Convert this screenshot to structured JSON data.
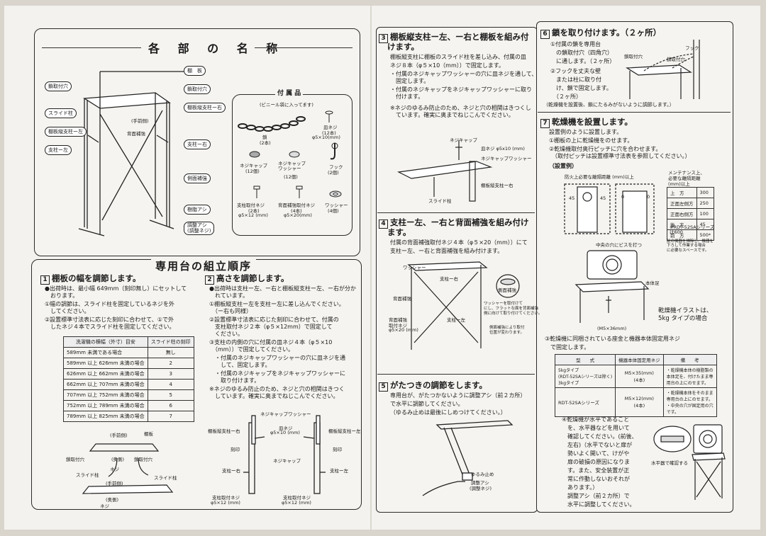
{
  "parts": {
    "title": "各 部 の 名 称",
    "left_labels": [
      "鎖取付穴",
      "スライド柱",
      "棚板縦支柱ー左",
      "支柱ー左"
    ],
    "right_labels": [
      "棚　板",
      "鎖取付穴",
      "棚板縦支柱ー右",
      "支柱ー右",
      "側面補強",
      "樹脂アシ",
      "調整アシ\n(調整ネジ)"
    ],
    "front_label": "(手前側)",
    "back_label": "背面補強",
    "accessories": {
      "title": "付 属 品",
      "subtitle": "(ビニール袋に入ってます)",
      "items": [
        {
          "name": "鎖",
          "count": "(2本)"
        },
        {
          "name": "皿ネジ",
          "count": "(12本)",
          "size": "φ5×10(mm)"
        },
        {
          "name": "ネジキャップ",
          "count": "(12個)"
        },
        {
          "name": "ネジキャップ\nワッシャー",
          "count": "(12個)"
        },
        {
          "name": "フック",
          "count": "(2個)"
        },
        {
          "name": "支柱取付ネジ",
          "count": "(2本)",
          "size": "φ5×12 (mm)"
        },
        {
          "name": "背面補強取付ネジ",
          "count": "(4本)",
          "size": "φ5×20(mm)"
        },
        {
          "name": "ワッシャー",
          "count": "(4個)"
        }
      ]
    }
  },
  "assembly": {
    "title": "専用台の組立順序",
    "step1": {
      "num": "1",
      "title": "棚板の幅を調節します。",
      "lines": [
        "●出荷時は、最小幅 649mm（刻印無し）にセットして",
        "　おります。",
        "①幅の調節は、スライド柱を固定しているネジを外",
        "　してください。",
        "②設置標準寸法表に応じた刻印に合わせて、①で外",
        "　したネジ４本でスライド柱を固定してください。"
      ],
      "table": {
        "headers": [
          "洗濯機の横幅（外寸）目安",
          "スライド柱の刻印"
        ],
        "rows": [
          [
            "589mm 未満である場合",
            "無し"
          ],
          [
            "589mm 以上 626mm 未満の場合",
            "2"
          ],
          [
            "626mm 以上 662mm 未満の場合",
            "3"
          ],
          [
            "662mm 以上 707mm 未満の場合",
            "4"
          ],
          [
            "707mm 以上 752mm 未満の場合",
            "5"
          ],
          [
            "752mm 以上 789mm 未満の場合",
            "6"
          ],
          [
            "789mm 以上 825mm 未満の場合",
            "7"
          ]
        ]
      },
      "diagram_labels": [
        "(手前側)",
        "棚板",
        "鎖取付穴",
        "(奥側)",
        "鎖取付穴",
        "ネジ",
        "スライド柱",
        "スライド柱",
        "(手前側)",
        "(奥側)",
        "ネジ"
      ]
    },
    "step2": {
      "num": "2",
      "title": "高さを調節します。",
      "lines": [
        "●出荷時は支柱ー左、ー右と棚板縦支柱ー左、ー右が分か",
        "　れています。",
        "①棚板縦支柱ー左を支柱ー左に差し込んでください。",
        "　（ー右も同様）",
        "②設置標準寸法表に応じた刻印に合わせて、付属の",
        "　支柱取付ネジ２本（φ５×12mm）で固定して",
        "　ください。",
        "③支柱の内側の穴に付属の皿ネジ４本（φ５×10",
        "　（mm））で固定してください。",
        "　・付属のネジキャップワッシャーの穴に皿ネジを通",
        "　　して、固定します。",
        "　・付属のネジキャップをネジキャップワッシャーに",
        "　　取り付けます。",
        "※ネジのゆるみ防止のため、ネジと穴の相関はきつく",
        "　しています。確実に奥までねじこんでください。"
      ],
      "diagram_labels": [
        "ネジキャップワッシャー",
        "棚板縦支柱ー右",
        "皿ネジ",
        "φ5×10 (mm)",
        "棚板縦支柱ー左",
        "刻印",
        "刻印",
        "ネジキャップ",
        "支柱ー右",
        "支柱ー左",
        "支柱取付ネジ",
        "φ5×12 (mm)",
        "支柱取付ネジ",
        "φ5×12 (mm)"
      ]
    },
    "step3": {
      "num": "3",
      "title": "棚板縦支柱ー左、ー右と棚板を組み付",
      "title2": "けます。",
      "lines": [
        "棚板縦支柱に棚板のスライド柱を差し込み、付属の皿",
        "ネジ８本（φ５×10（mm））で固定します。",
        "・付属のネジキャップワッシャーの穴に皿ネジを通して、",
        "　固定します。",
        "・付属のネジキャップをネジキャップワッシャーに取り",
        "　付けます。",
        "※ネジのゆるみ防止のため、ネジと穴の相関はきつくし",
        "　ています。確実に奥までねじこんでください。"
      ],
      "diagram_labels": [
        "ネジキャップ",
        "皿ネジ φ5x10 (mm)",
        "ネジキャップワッシャー",
        "棚板縦支柱ー右",
        "スライド柱"
      ]
    },
    "step4": {
      "num": "4",
      "title": "支柱ー左、ー右と背面補強を組み付け",
      "title2": "ます。",
      "lines": [
        "付属の背面補強取付ネジ４本（φ５×20（mm））にて",
        "支柱ー左、ー右と背面補強を組み付けます。"
      ],
      "diagram_labels": [
        "ワッシャー",
        "支柱ー右",
        "支柱ー左",
        "背面補強",
        "背面補強",
        "取付ネジ",
        "φ5×20 (mm)",
        "側面補強",
        "ワッシャーを取付けて",
        "にし、フラットな面を背面補強",
        "側に向けて取り付けてください。",
        "側面補強により取付",
        "位置が変わります。"
      ]
    },
    "step5": {
      "num": "5",
      "title": "がたつきの調節をします。",
      "lines": [
        "専用台が、がたつかないように調整アシ（前２カ所）",
        "で水平に調節してください。",
        "（ゆるみ止めは最後にしめつけてください。）"
      ],
      "diagram_labels": [
        "ゆるみ止め",
        "調整アシ",
        "(調整ネジ)"
      ]
    },
    "step6": {
      "num": "6",
      "title": "鎖を取り付けます。（２ヶ所）",
      "lines": [
        "①付属の鎖を専用台",
        "　の鎖取付穴（四角穴）",
        "　に通します。（２ヶ所）",
        "②フックを丈夫な壁",
        "　または柱に取り付",
        "　け、鎖で固定します。",
        "　（２ヶ所）",
        "（乾燥機を設置後、鎖にたるみがないように調節します。）"
      ],
      "diagram_labels": [
        "フック",
        "鎖取付穴",
        "鎖取付穴"
      ]
    },
    "step7": {
      "num": "7",
      "title": "乾燥機を設置します。",
      "lines": [
        "設置例のように設置します。",
        "①棚板の上に乾燥機をのせます。",
        "②乾燥機取付奥行ピッチに穴を合わせます。",
        "　（取付ピッチは設置標準寸法表を参照してください。）",
        "（設置例）"
      ],
      "example_labels": [
        "防火上必要な離隔距離 (mm)以上",
        "メンテナンス上、",
        "必要な離隔距離",
        "(mm)以上",
        "中央の穴にビスを打つ",
        "本体足",
        "(M5×36mm)"
      ],
      "clearance": {
        "rows": [
          [
            "上　方",
            "300"
          ],
          [
            "正面左側方",
            "250"
          ],
          [
            "正面右側方",
            "100"
          ],
          [
            "後　方",
            "45"
          ],
          [
            "前　方",
            "500*"
          ]
        ],
        "note": "※RDT-52SAシリーズ\nは600",
        "note2": "前の機器を掃除し、機器を\n下ろして作業する場合\nに必要なスペースです。",
        "dims": [
          "45",
          "45",
          "0",
          "0"
        ]
      },
      "illustration_note": "乾燥機イラストは、\n5kg タイプの場合",
      "lines2": [
        "③乾燥機に同梱されている座金と機器本体固定用ネジ",
        "　で固定します。"
      ],
      "table": {
        "headers": [
          "型　　式",
          "機器本体固定用ネジ",
          "備　　考"
        ],
        "rows": [
          [
            "5kgタイプ\n(RDT-52SAシリーズは除く)\n3kgタイプ",
            "M5×35(mm)\n(4本)",
            "・乾燥機本体の樹脂製の\n本体足を、付けたまま専\n用台の上にのせます。"
          ],
          [
            "RDT-52SAシリーズ",
            "M5×12(mm)\n(4本)",
            "・乾燥機本体をそのまま\n専用台の上にのせます。\n・中央の穴が固定用の穴\nです。"
          ]
        ]
      },
      "lines3": [
        "④乾燥機が水平であること",
        "　を、水平器などを用いて",
        "　確認してください。(前後、",
        "　左右)（水平でないと扉が",
        "　勢いよく開いて、けがや",
        "　扉の破損の原因になりま",
        "　す。また、安全装置が正",
        "　常に作動しないおそれが",
        "　あります。）",
        "　調整アシ（前２カ所）で",
        "　水平に調整してください。"
      ],
      "level_label": "水平器で確認する"
    }
  },
  "colors": {
    "paper": "#f4f2ee",
    "ink": "#1b1b1b",
    "background": "#d9d4cc"
  }
}
